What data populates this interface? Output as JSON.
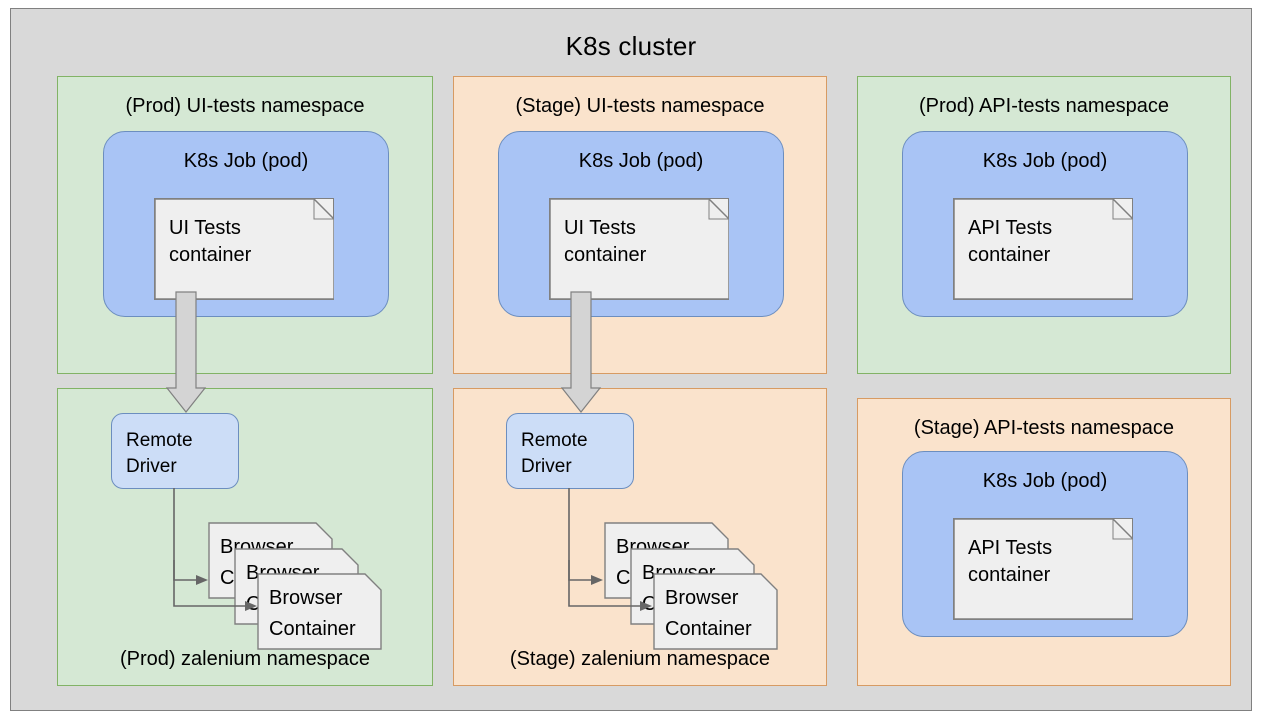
{
  "cluster": {
    "title": "K8s cluster",
    "colors": {
      "cluster_bg": "#d9d9d9",
      "green_ns": "#d5e8d4",
      "orange_ns": "#fae3cc",
      "pod_blue": "#a9c4f5",
      "driver_blue": "#ccddf7",
      "container_gray": "#efefef",
      "arrow_gray": "#d0d0d0",
      "stroke": "#666666"
    }
  },
  "namespaces": [
    {
      "id": "prod-ui-tests",
      "label": "(Prod) UI-tests namespace",
      "label_position": "top",
      "theme": "green",
      "pod": {
        "title": "K8s Job (pod)",
        "container": {
          "line1": "UI Tests",
          "line2": "container"
        }
      }
    },
    {
      "id": "stage-ui-tests",
      "label": "(Stage) UI-tests namespace",
      "label_position": "top",
      "theme": "orange",
      "pod": {
        "title": "K8s Job (pod)",
        "container": {
          "line1": "UI Tests",
          "line2": "container"
        }
      }
    },
    {
      "id": "prod-api-tests",
      "label": "(Prod) API-tests namespace",
      "label_position": "top",
      "theme": "green",
      "pod": {
        "title": "K8s Job (pod)",
        "container": {
          "line1": "API Tests",
          "line2": "container"
        }
      }
    },
    {
      "id": "prod-zalenium",
      "label": "(Prod) zalenium namespace",
      "label_position": "bottom",
      "theme": "green",
      "driver": {
        "line1": "Remote",
        "line2": "Driver"
      },
      "browser_containers": [
        {
          "line1": "Browser",
          "line2": "Container"
        },
        {
          "line1": "Browser",
          "line2": "Container"
        },
        {
          "line1": "Browser",
          "line2": "Container"
        }
      ]
    },
    {
      "id": "stage-zalenium",
      "label": "(Stage) zalenium namespace",
      "label_position": "bottom",
      "theme": "orange",
      "driver": {
        "line1": "Remote",
        "line2": "Driver"
      },
      "browser_containers": [
        {
          "line1": "Browser",
          "line2": "Container"
        },
        {
          "line1": "Browser",
          "line2": "Container"
        },
        {
          "line1": "Browser",
          "line2": "Container"
        }
      ]
    },
    {
      "id": "stage-api-tests",
      "label": "(Stage) API-tests namespace",
      "label_position": "top",
      "theme": "orange",
      "pod": {
        "title": "K8s Job (pod)",
        "container": {
          "line1": "API Tests",
          "line2": "container"
        }
      }
    }
  ]
}
